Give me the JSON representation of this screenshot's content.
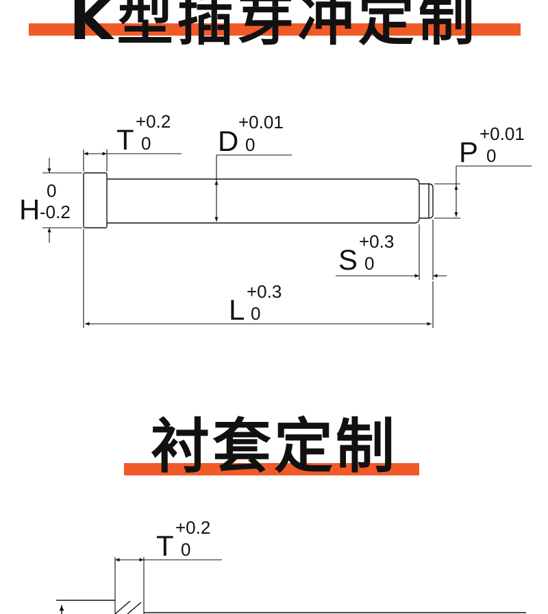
{
  "colors": {
    "accent": "#f05a28",
    "ink": "#111111",
    "background": "#ffffff"
  },
  "section1": {
    "title": "K型插芽冲定制",
    "dims": {
      "T": {
        "letter": "T",
        "upper": "+0.2",
        "lower": "0"
      },
      "D": {
        "letter": "D",
        "upper": "+0.01",
        "lower": "0"
      },
      "P": {
        "letter": "P",
        "upper": "+0.01",
        "lower": "0"
      },
      "H": {
        "letter": "H",
        "upper": "0",
        "lower": "-0.2"
      },
      "S": {
        "letter": "S",
        "upper": "+0.3",
        "lower": "0"
      },
      "L": {
        "letter": "L",
        "upper": "+0.3",
        "lower": "0"
      }
    }
  },
  "section2": {
    "title": "衬套定制",
    "dims": {
      "T": {
        "letter": "T",
        "upper": "+0.2",
        "lower": "0"
      }
    }
  }
}
